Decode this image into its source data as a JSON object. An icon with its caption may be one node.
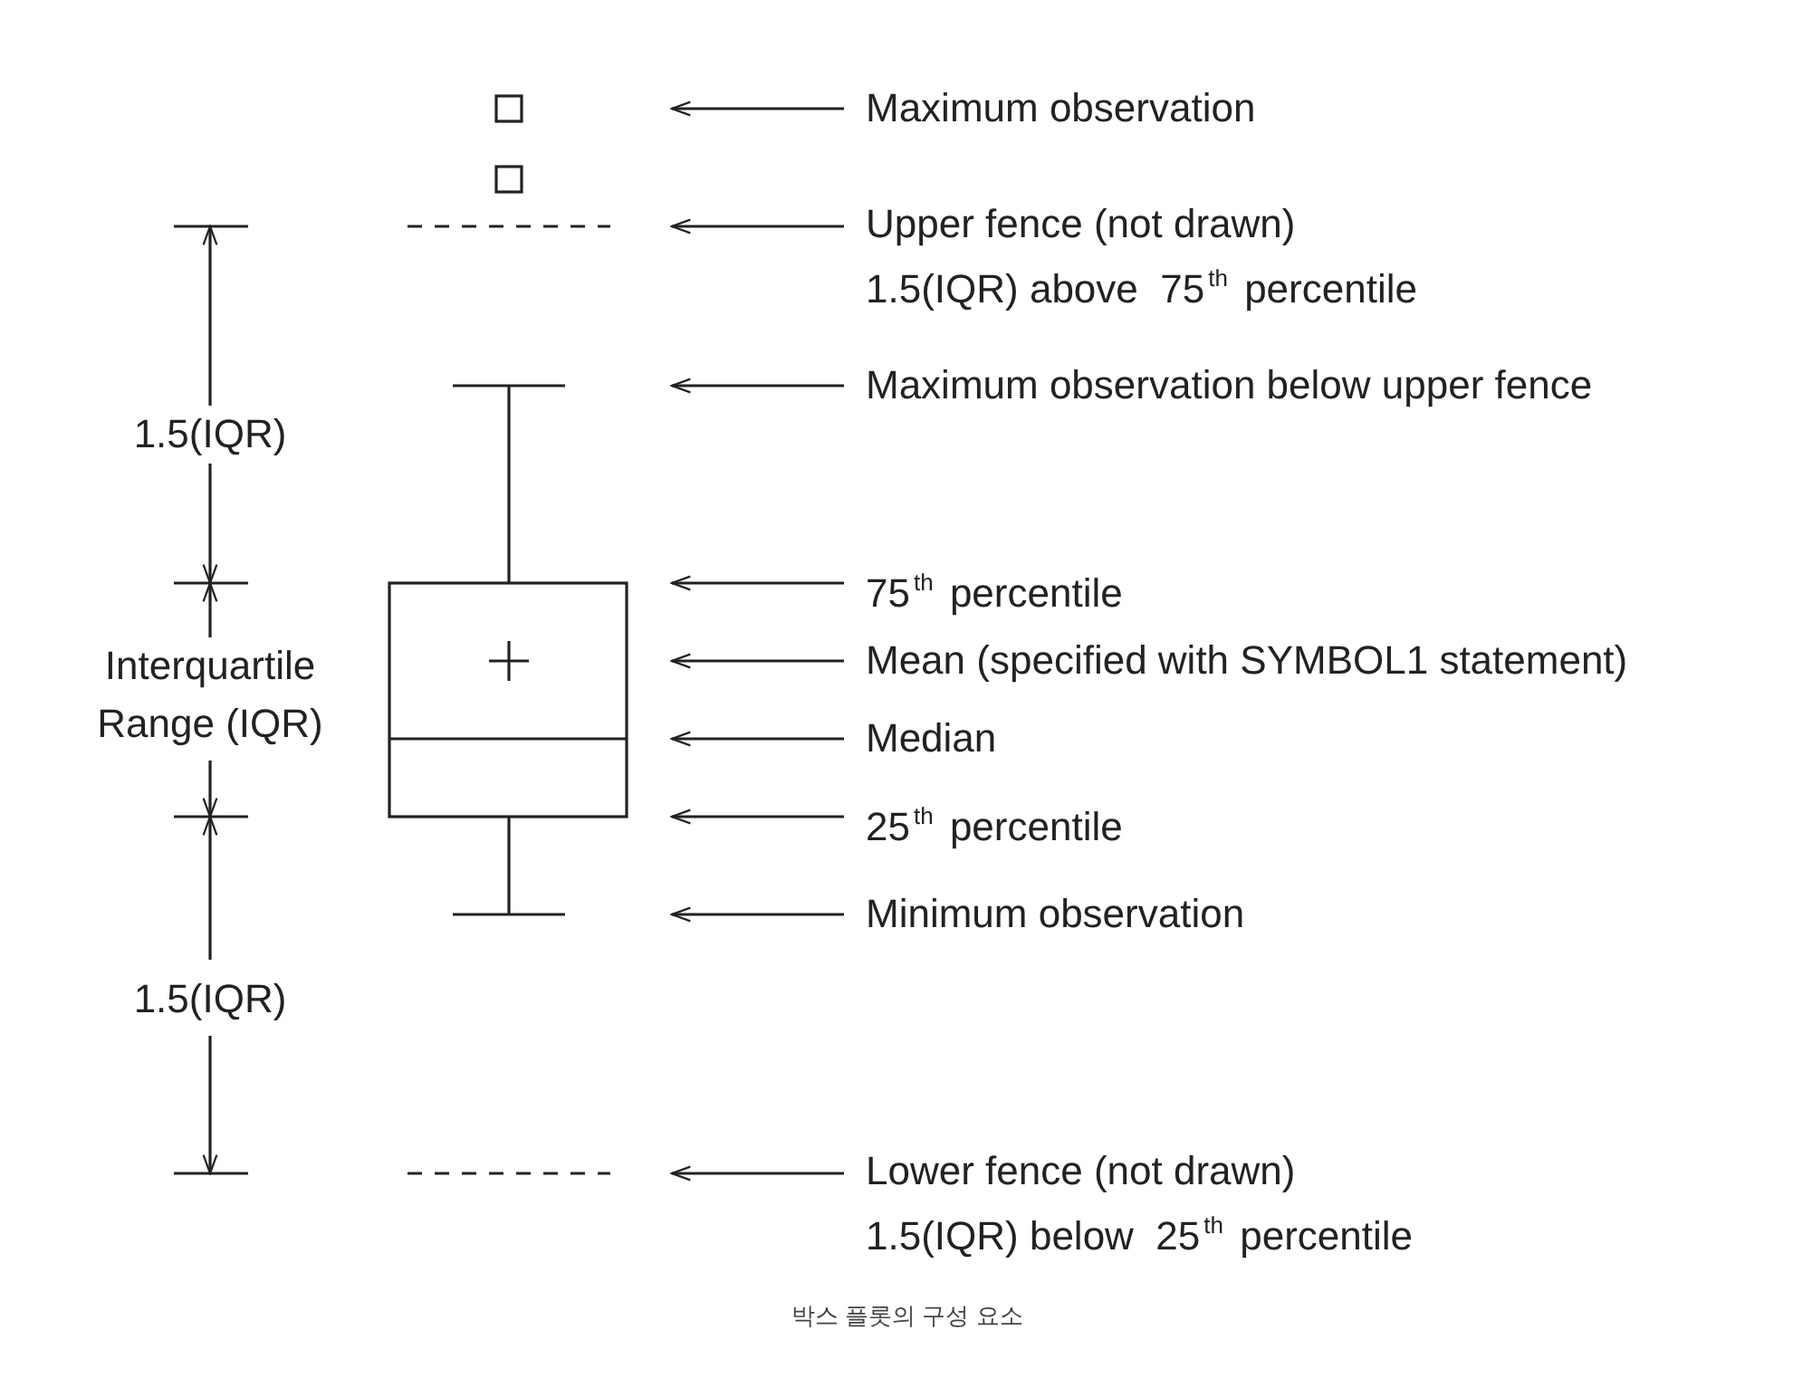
{
  "diagram": {
    "caption": "박스 플롯의 구성 요소",
    "nodes": [
      {
        "text": [
          "Maximum observation"
        ]
      },
      {
        "text": [
          "Upper fence (not drawn)",
          "1.5(IQR) above  75$^{th}$ percentile"
        ]
      },
      {
        "text": [
          "Maximum observation below upper fence"
        ]
      },
      {
        "text": [
          "75$^{th}$ percentile"
        ]
      },
      {
        "text": [
          "Mean (specified with SYMBOL1 statement)"
        ]
      },
      {
        "text": [
          "Median"
        ]
      },
      {
        "text": [
          "25$^{th}$ percentile"
        ]
      },
      {
        "text": [
          "Minimum observation"
        ]
      },
      {
        "text": [
          "Lower fence (not drawn)",
          "1.5(IQR) below  25$^{th}$ percentile"
        ]
      }
    ],
    "edges": [
      {
        "from": 0,
        "to": null,
        "arrow": "to"
      },
      {
        "from": 1,
        "to": null,
        "arrow": "to"
      },
      {
        "from": 2,
        "to": null,
        "arrow": "to"
      },
      {
        "from": 3,
        "to": null,
        "arrow": "to"
      },
      {
        "from": 4,
        "to": null,
        "arrow": "to"
      },
      {
        "from": 5,
        "to": null,
        "arrow": "to"
      },
      {
        "from": 6,
        "to": null,
        "arrow": "to"
      },
      {
        "from": 7,
        "to": null,
        "arrow": "to"
      },
      {
        "from": 8,
        "to": null,
        "arrow": "to"
      }
    ],
    "labels": [
      "1.5(IQR)",
      "Interquartile Range (IQR)",
      "1.5(IQR)"
    ]
  }
}
